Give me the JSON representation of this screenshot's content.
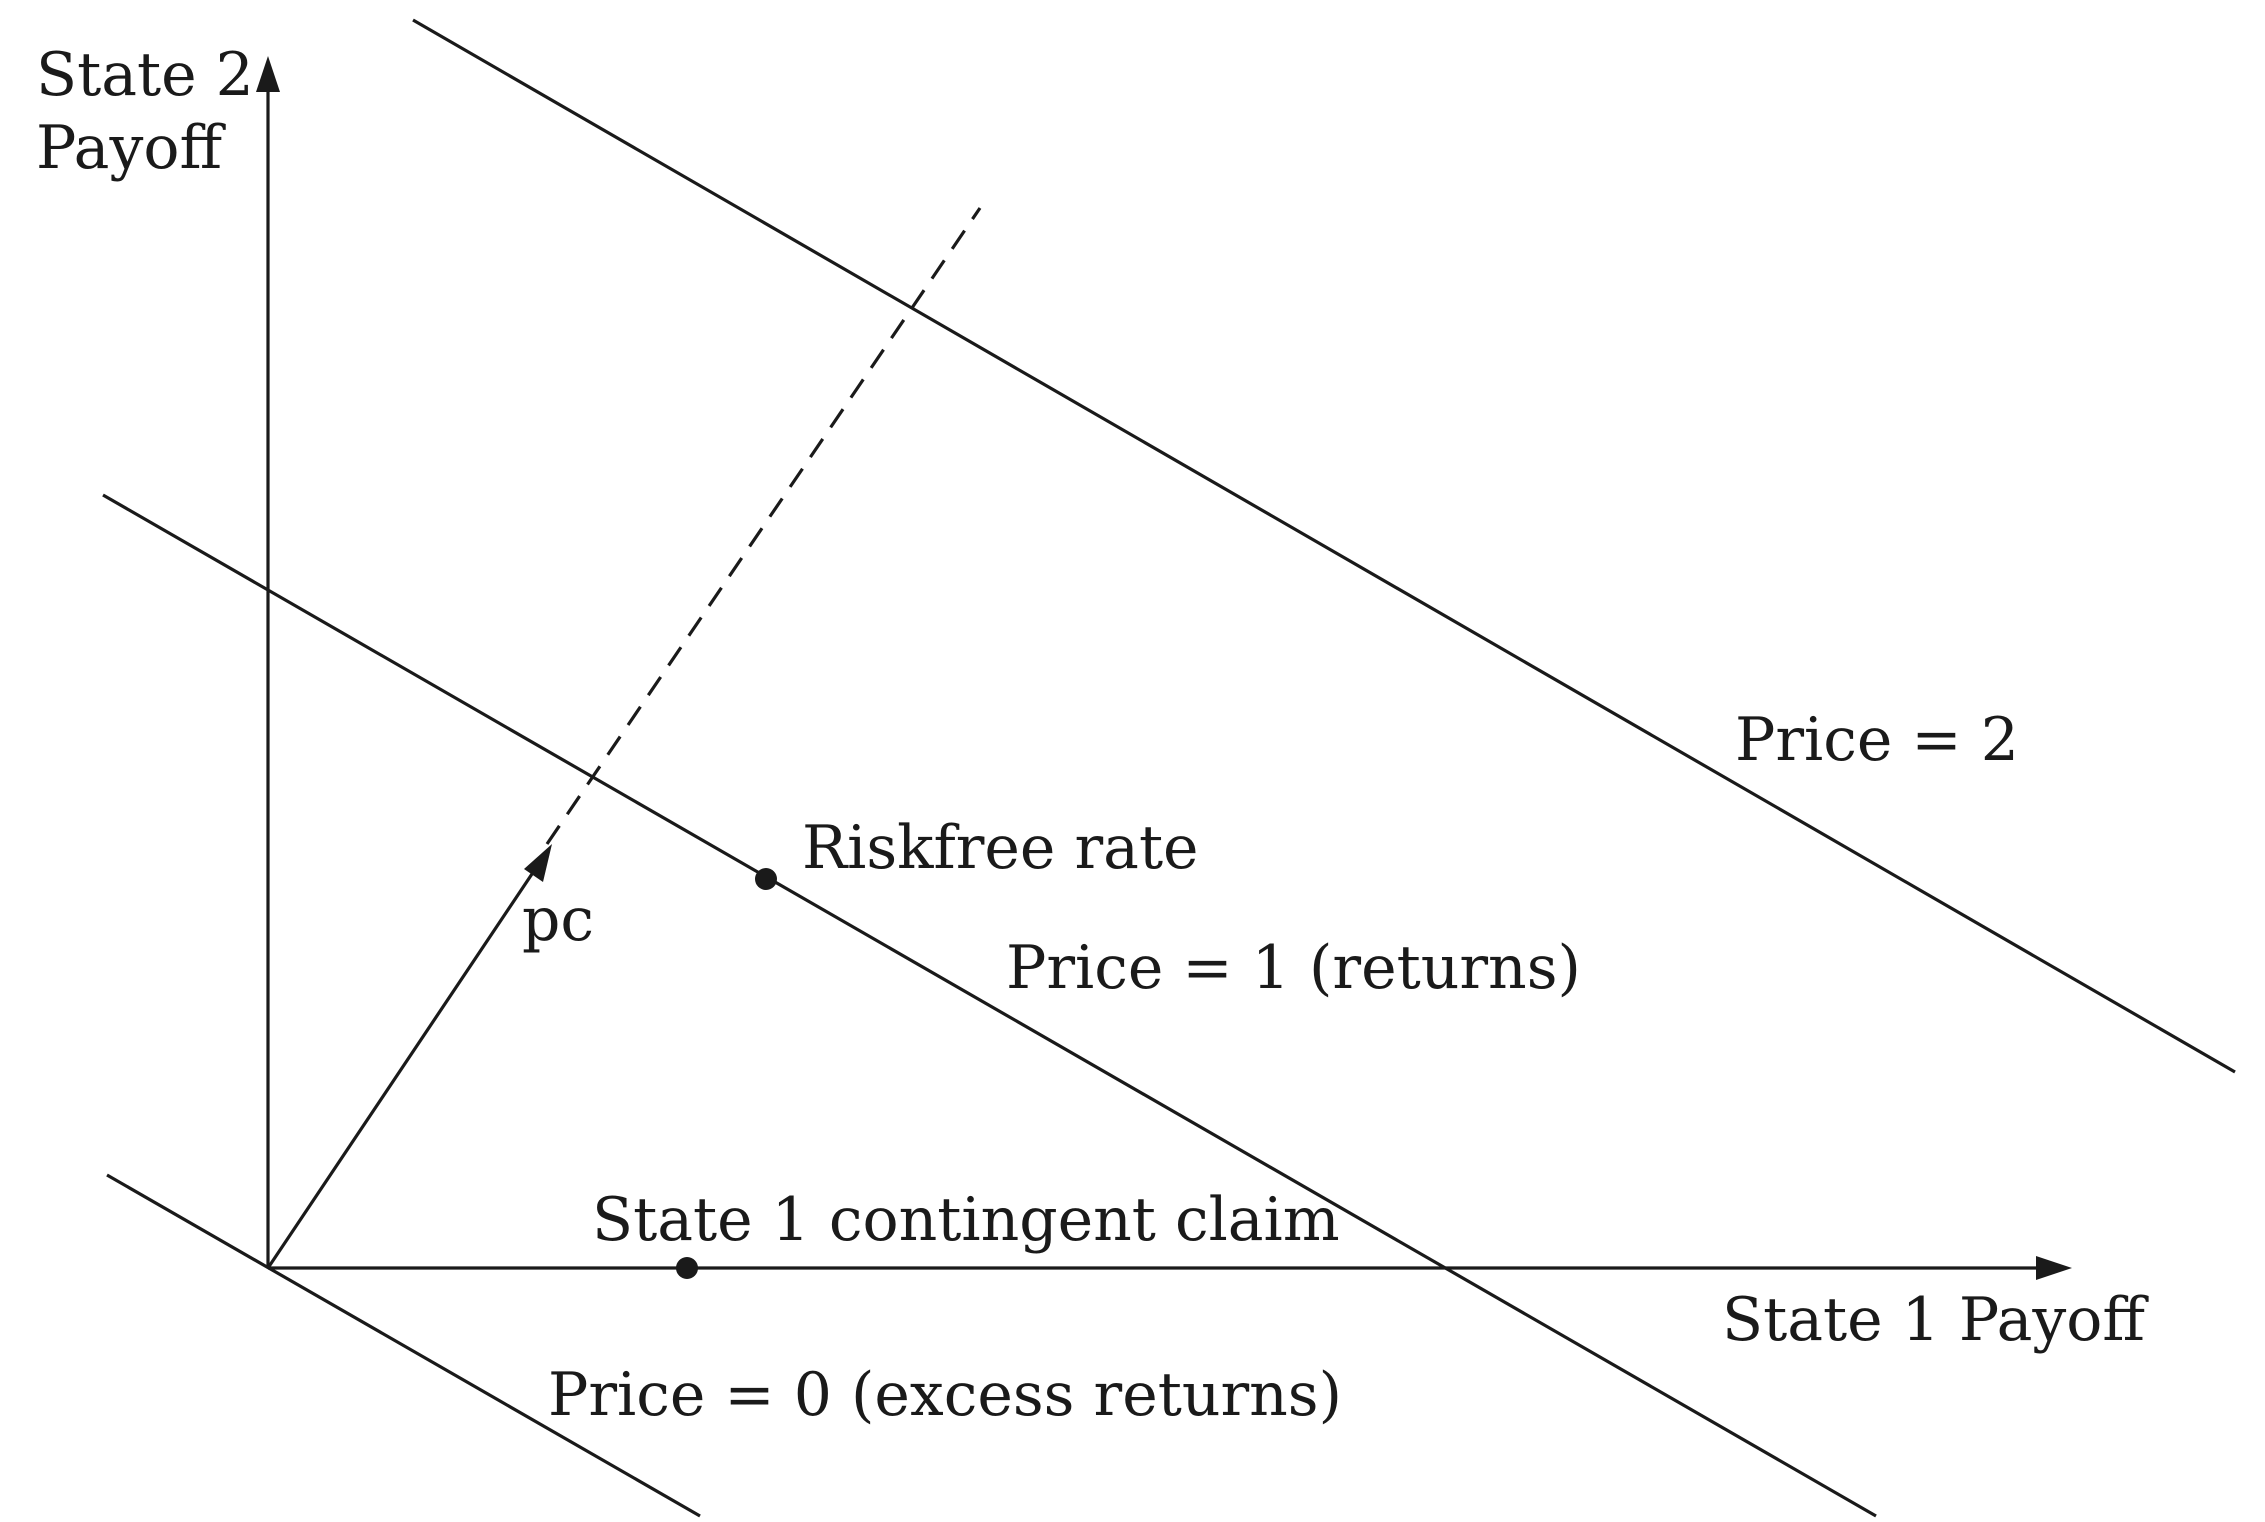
{
  "axes": {
    "y_label_line1": "State 2",
    "y_label_line2": "Payoff",
    "x_label": "State 1 Payoff"
  },
  "lines": {
    "price0": "Price = 0 (excess returns)",
    "price1": "Price = 1 (returns)",
    "price2": "Price = 2"
  },
  "points": {
    "riskfree": "Riskfree rate",
    "contingent": "State 1 contingent claim"
  },
  "vector": {
    "label": "pc"
  },
  "colors": {
    "ink": "#1a1a1a",
    "background": "#ffffff"
  }
}
